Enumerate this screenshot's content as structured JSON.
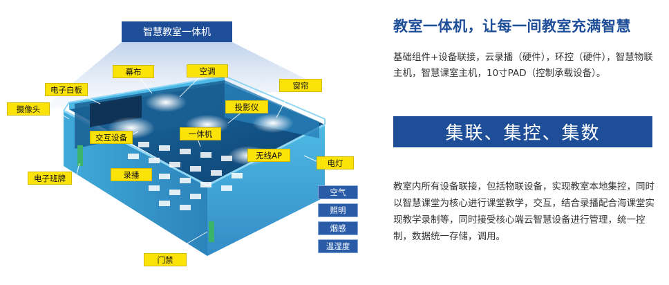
{
  "diagram": {
    "banner": "智慧教室一体机",
    "labels": {
      "screen_curtain": "幕布",
      "air_conditioner": "空调",
      "whiteboard": "电子白板",
      "curtain": "窗帘",
      "camera": "摄像头",
      "projector": "投影仪",
      "interaction": "交互设备",
      "all_in_one": "一体机",
      "wireless_ap": "无线AP",
      "electric_light": "电灯",
      "class_sign": "电子班牌",
      "recording": "录播",
      "access_control": "门禁"
    },
    "sensors": [
      "空气",
      "照明",
      "烟感",
      "温湿度"
    ]
  },
  "right": {
    "title": "教室一体机，让每一间教室充满智慧",
    "para1": "基础组件+设备联接，云录播（硬件），环控（硬件），智慧物联主机，智慧课室主机，10寸PAD（控制承载设备）。",
    "bar": "集联、集控、集数",
    "para2": "教室内所有设备联接，包括物联设备，实现教室本地集控，同时以智慧课堂为核心进行课堂教学，交互，结合录播配合海课堂实现教学录制等，同时接受核心端云智慧设备进行管理，统一控制，数据统一存储，调用。"
  },
  "colors": {
    "brand_blue": "#1f4e99",
    "label_yellow": "#fbe30a"
  }
}
